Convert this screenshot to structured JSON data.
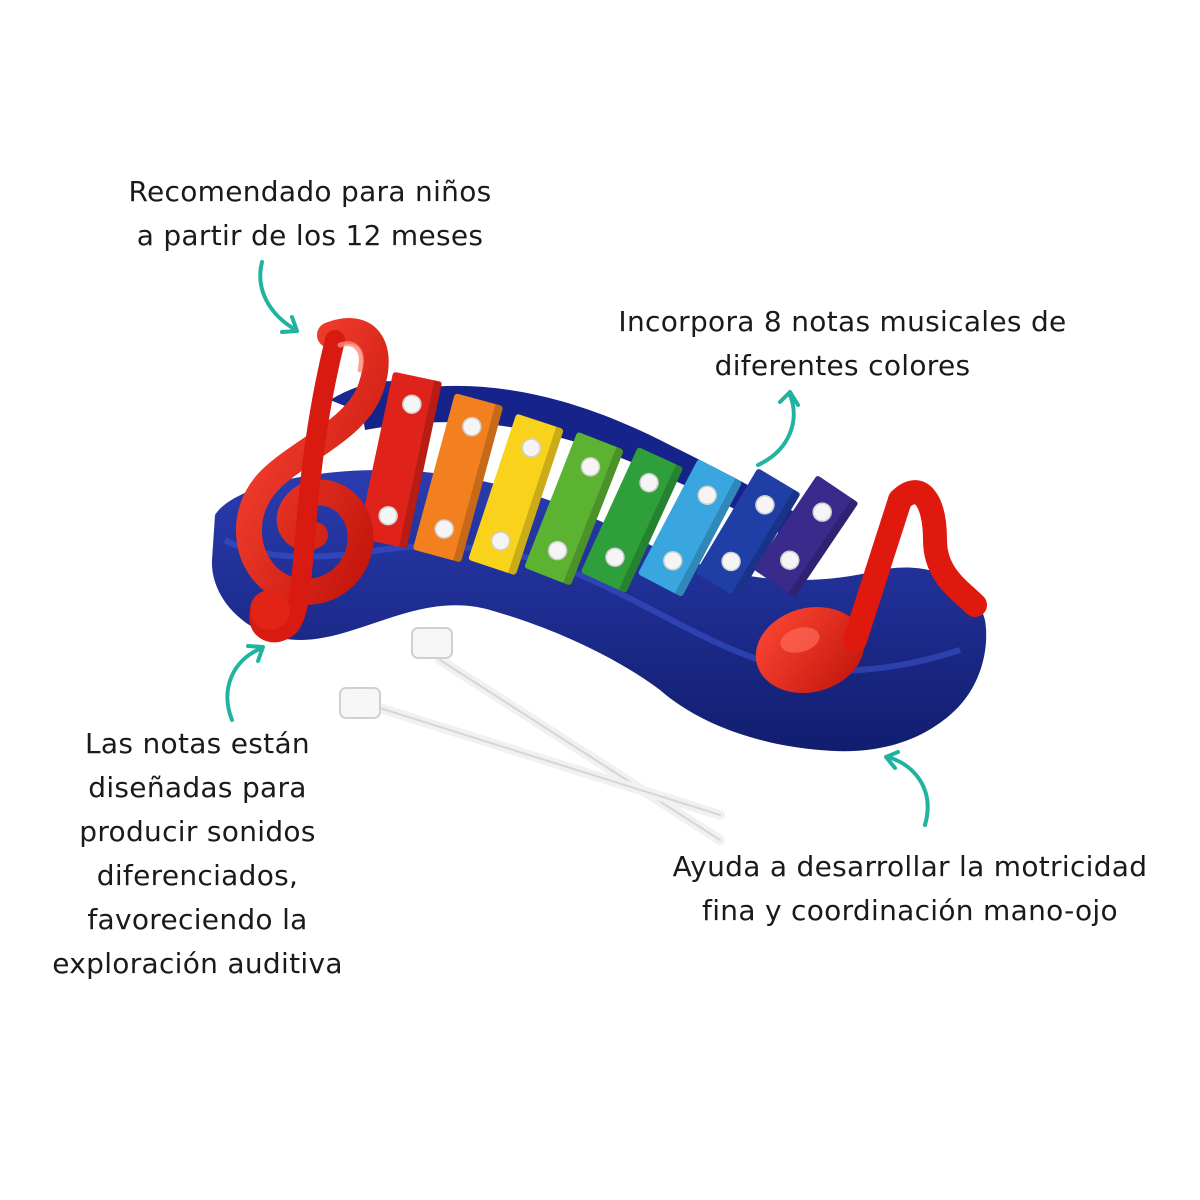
{
  "annotations": {
    "age": {
      "line1": "Recomendado para niños",
      "line2": "a partir de los 12 meses"
    },
    "notes": {
      "line1": "Incorpora 8 notas musicales de",
      "line2": "diferentes colores"
    },
    "sounds": {
      "line1": "Las notas están",
      "line2": "diseñadas para",
      "line3": "producir sonidos",
      "line4": "diferenciados,",
      "line5": "favoreciendo la",
      "line6": "exploración auditiva"
    },
    "motor": {
      "line1": "Ayuda a desarrollar la motricidad",
      "line2": "fina y coordinación mano-ojo"
    }
  },
  "colors": {
    "arrow": "#1fb3a0",
    "base": "#1c2b8f",
    "accent_red": "#e0190e",
    "bars": [
      "#e0231a",
      "#f2801f",
      "#f9d21c",
      "#5cb332",
      "#2e9f3a",
      "#3aa6e0",
      "#1f3fa6",
      "#3a2a8c"
    ],
    "mallet": "#f4f4f4"
  },
  "product": {
    "bar_count": 8,
    "icons": [
      "treble-clef-icon",
      "eighth-note-icon"
    ]
  }
}
